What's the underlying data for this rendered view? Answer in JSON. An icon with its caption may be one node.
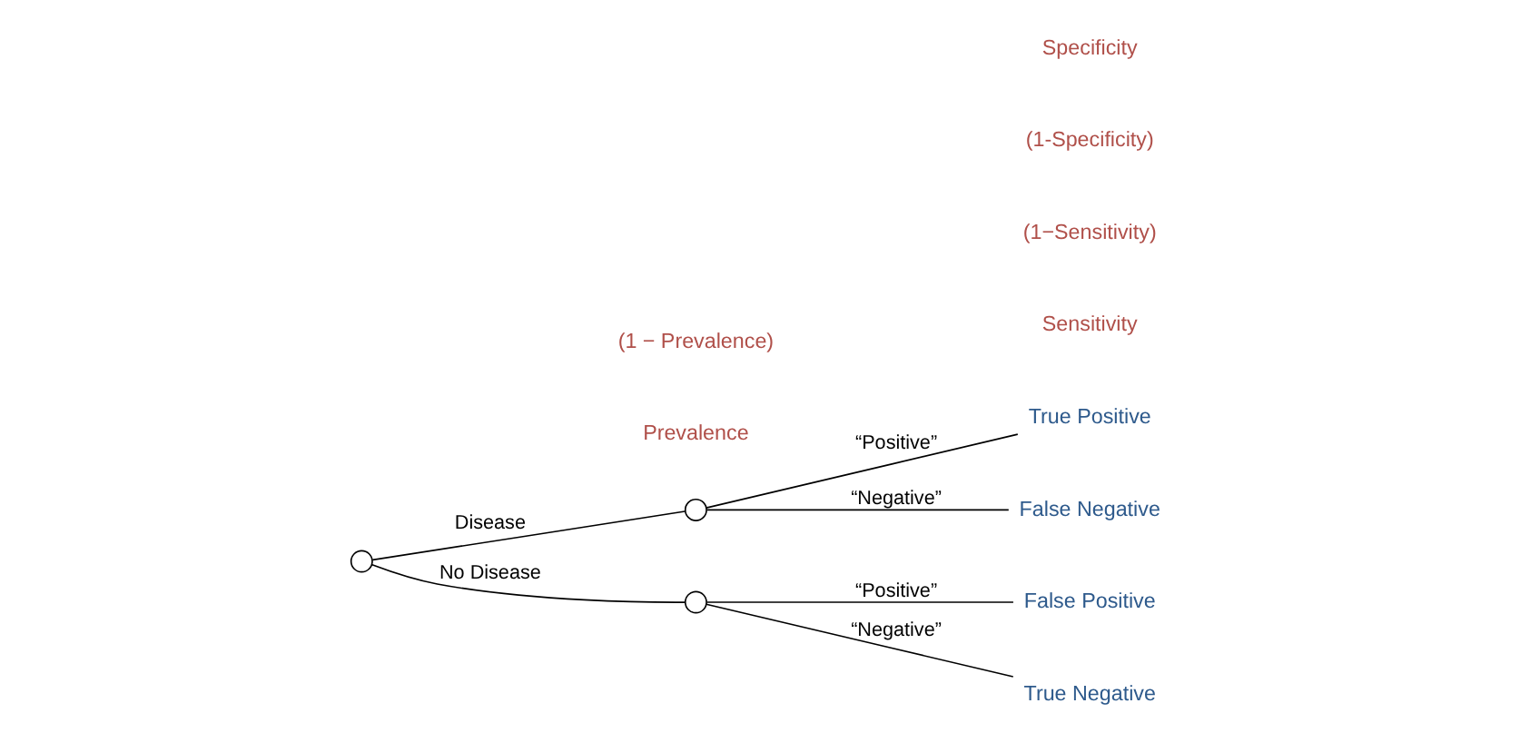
{
  "diagram": {
    "nodes": [
      {
        "text": [],
        "shape": "circle"
      },
      {
        "text": [],
        "shape": "circle"
      },
      {
        "text": [],
        "shape": "circle"
      },
      {
        "text": [
          "True Positive"
        ]
      },
      {
        "text": [
          "False Negative"
        ]
      },
      {
        "text": [
          "False Positive"
        ]
      },
      {
        "text": [
          "True Negative"
        ]
      }
    ],
    "edges": [
      {
        "from": 0,
        "to": 1,
        "arrow": "none",
        "label": "Disease"
      },
      {
        "from": 1,
        "to": 3,
        "arrow": "none",
        "label": "“Positive”"
      },
      {
        "from": 1,
        "to": 4,
        "arrow": "none",
        "label": "“Negative”"
      },
      {
        "from": 0,
        "to": 2,
        "arrow": "none",
        "label": "No Disease"
      },
      {
        "from": 2,
        "to": 5,
        "arrow": "none",
        "label": "“Positive”"
      },
      {
        "from": 2,
        "to": 6,
        "arrow": "none",
        "label": "“Negative”"
      }
    ],
    "labels": [
      "Prevalence",
      "Sensitivity",
      "(1−Sensitivity)",
      "(1 − Prevalence)",
      "(1-Specificity)",
      "Specificity"
    ]
  }
}
